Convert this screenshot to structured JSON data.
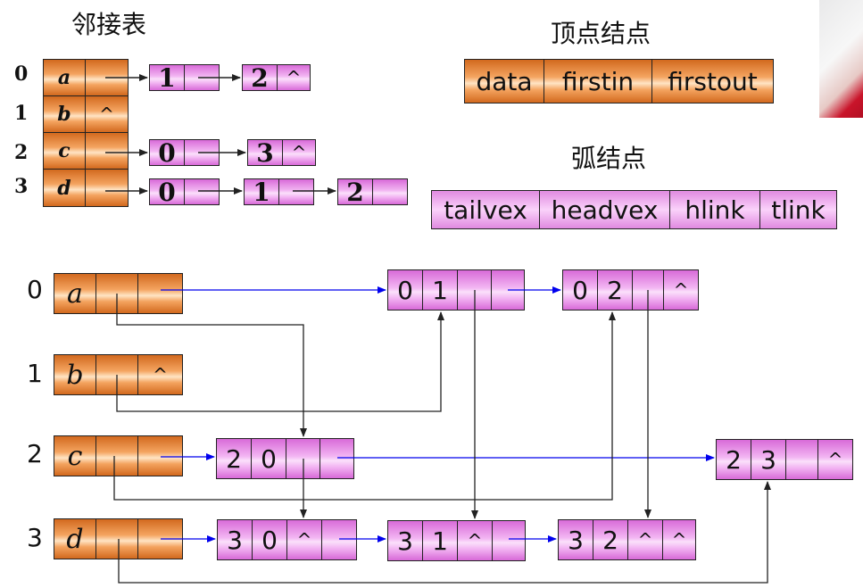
{
  "titles": {
    "adjacency_list": "邻接表",
    "vertex_node": "顶点结点",
    "arc_node": "弧结点"
  },
  "vertex_fields": [
    "data",
    "firstin",
    "firstout"
  ],
  "arc_fields": [
    "tailvex",
    "headvex",
    "hlink",
    "tlink"
  ],
  "null_symbol": "^",
  "adjacency": {
    "indices": [
      "0",
      "1",
      "2",
      "3"
    ],
    "vertices": [
      "a",
      "b",
      "c",
      "d"
    ],
    "lists": [
      [
        "1",
        "2"
      ],
      [],
      [
        "0",
        "3"
      ],
      [
        "0",
        "1",
        "2"
      ]
    ]
  },
  "orthogonal": {
    "indices": [
      "0",
      "1",
      "2",
      "3"
    ],
    "vertices": [
      "a",
      "b",
      "c",
      "d"
    ],
    "arcs": [
      {
        "tail": "0",
        "head": "1"
      },
      {
        "tail": "0",
        "head": "2"
      },
      {
        "tail": "2",
        "head": "0"
      },
      {
        "tail": "2",
        "head": "3"
      },
      {
        "tail": "3",
        "head": "0"
      },
      {
        "tail": "3",
        "head": "1"
      },
      {
        "tail": "3",
        "head": "2"
      }
    ]
  },
  "colors": {
    "vertex_fill": "#f4a460",
    "arc_fill": "#f3b7f3",
    "arrow_blue": "#0000ee",
    "line_black": "#222222"
  }
}
